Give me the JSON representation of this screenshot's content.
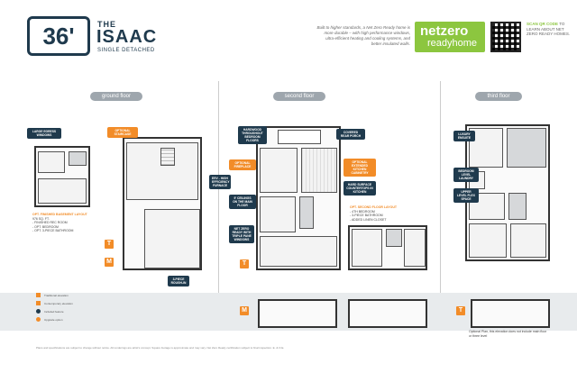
{
  "header": {
    "lot_size": "36'",
    "the": "THE",
    "model_name": "ISAAC",
    "home_type": "SINGLE DETACHED",
    "tagline": "Built to higher standards, a Net Zero Ready home is more durable – with high performance windows, ultra-efficient heating and cooling systems, and better insulated walls.",
    "logo_top": "netzero",
    "logo_bottom": "readyhome",
    "qr_caption_lead": "SCAN QR CODE",
    "qr_caption_rest": "TO LEARN ABOUT NET ZERO READY HOMES."
  },
  "floors": {
    "ground": "ground floor",
    "second": "second floor",
    "third": "third floor"
  },
  "callouts": {
    "large_egress": "LARGE EGRESS WINDOWS",
    "optional_staircase": "OPTIONAL STAIRCASE",
    "ers_furnace": "ERV - HIGH EFFICIENCY FURNACE",
    "three_piece": "3-PIECE ROUGH-IN",
    "hardwood": "HARDWOOD THROUGHOUT BEDROOM FLOORS",
    "covered_porch": "COVERED REAR PORCH",
    "optional_fireplace": "OPTIONAL FIREPLACE",
    "optional_cabinetry": "OPTIONAL EXTENDED KITCHEN CABINETRY",
    "ceilings": "9' CEILINGS ON THE MAIN FLOOR",
    "hard_surface": "HARD SURFACE COUNTERTOPS IN KITCHEN",
    "net_zero_windows": "NET ZERO READY WITH TRIPLE PANE WINDOWS",
    "luxury_ensuite": "LUXURY ENSUITE",
    "bedroom_laundry": "BEDROOM LEVEL LAUNDRY",
    "upper_flex": "UPPER LEVEL FLEX SPACE"
  },
  "notes": {
    "basement_head": "OPT. FINISHED BASEMENT LAYOUT",
    "basement_size": "976 SQ. FT.",
    "basement_items": "- FINISHED REC ROOM\n- OPT. BEDROOM\n- OPT. 3-PIECE BATHROOM",
    "second_head": "OPT. SECOND FLOOR LAYOUT",
    "second_items": "- 4TH BEDROOM\n- 3-PIECE BATHROOM\n- ADDED LINEN CLOSET",
    "third_note": "Optional Plan, this elevation does not include main floor or three level"
  },
  "legend": [
    {
      "label": "Traditional elevation",
      "color": "#f28c28"
    },
    {
      "label": "Contemporary elevation",
      "color": "#f28c28"
    },
    {
      "label": "Included feature",
      "color": "#1f3a4d"
    },
    {
      "label": "Upgrade option",
      "color": "#f28c28"
    }
  ],
  "elevation_marks": {
    "t": "T",
    "m": "M"
  },
  "footer": "Plans and specifications are subject to change without notice. All renderings are artist's concept. Square footage is approximate and may vary. Net Zero Ready certification subject to final inspection. E. & O.E."
}
